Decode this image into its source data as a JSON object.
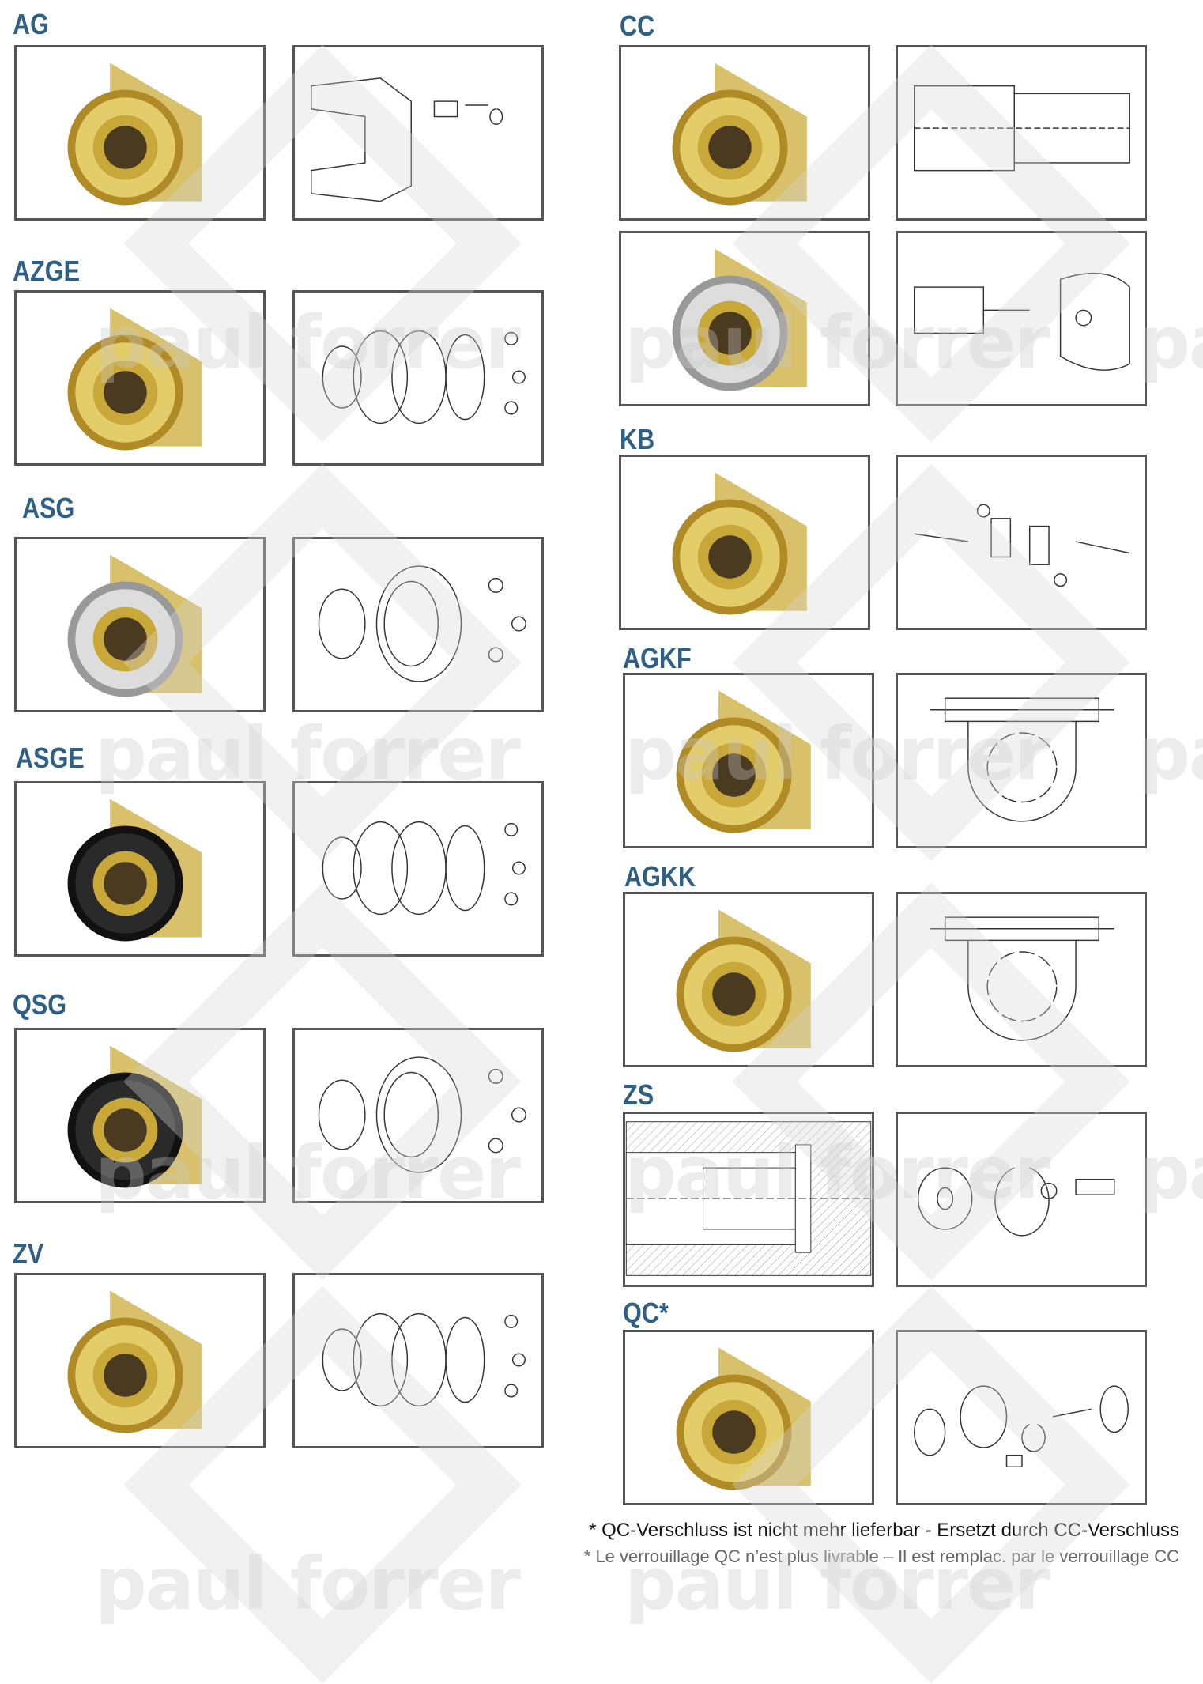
{
  "sections": [
    {
      "id": "ag",
      "title": "AG"
    },
    {
      "id": "azge",
      "title": "AZGE"
    },
    {
      "id": "asg",
      "title": "ASG"
    },
    {
      "id": "asge",
      "title": "ASGE"
    },
    {
      "id": "qsg",
      "title": "QSG"
    },
    {
      "id": "zv",
      "title": "ZV"
    },
    {
      "id": "cc",
      "title": "CC"
    },
    {
      "id": "kb",
      "title": "KB"
    },
    {
      "id": "agkf",
      "title": "AGKF"
    },
    {
      "id": "agkk",
      "title": "AGKK"
    },
    {
      "id": "zs",
      "title": "ZS"
    },
    {
      "id": "qc",
      "title": "QC*"
    }
  ],
  "watermark": "paul forrer",
  "footnote": {
    "de": "* QC-Verschluss ist nicht mehr lieferbar - Ersetzt durch CC-Verschluss",
    "fr": "* Le verrouillage QC n’est plus livrable – Il est remplac. par le verrouillage CC"
  },
  "colors": {
    "title": "#2e5f84",
    "gold": "#c9a83a",
    "rubber": "#222222",
    "metal": "#b9b9b9"
  }
}
